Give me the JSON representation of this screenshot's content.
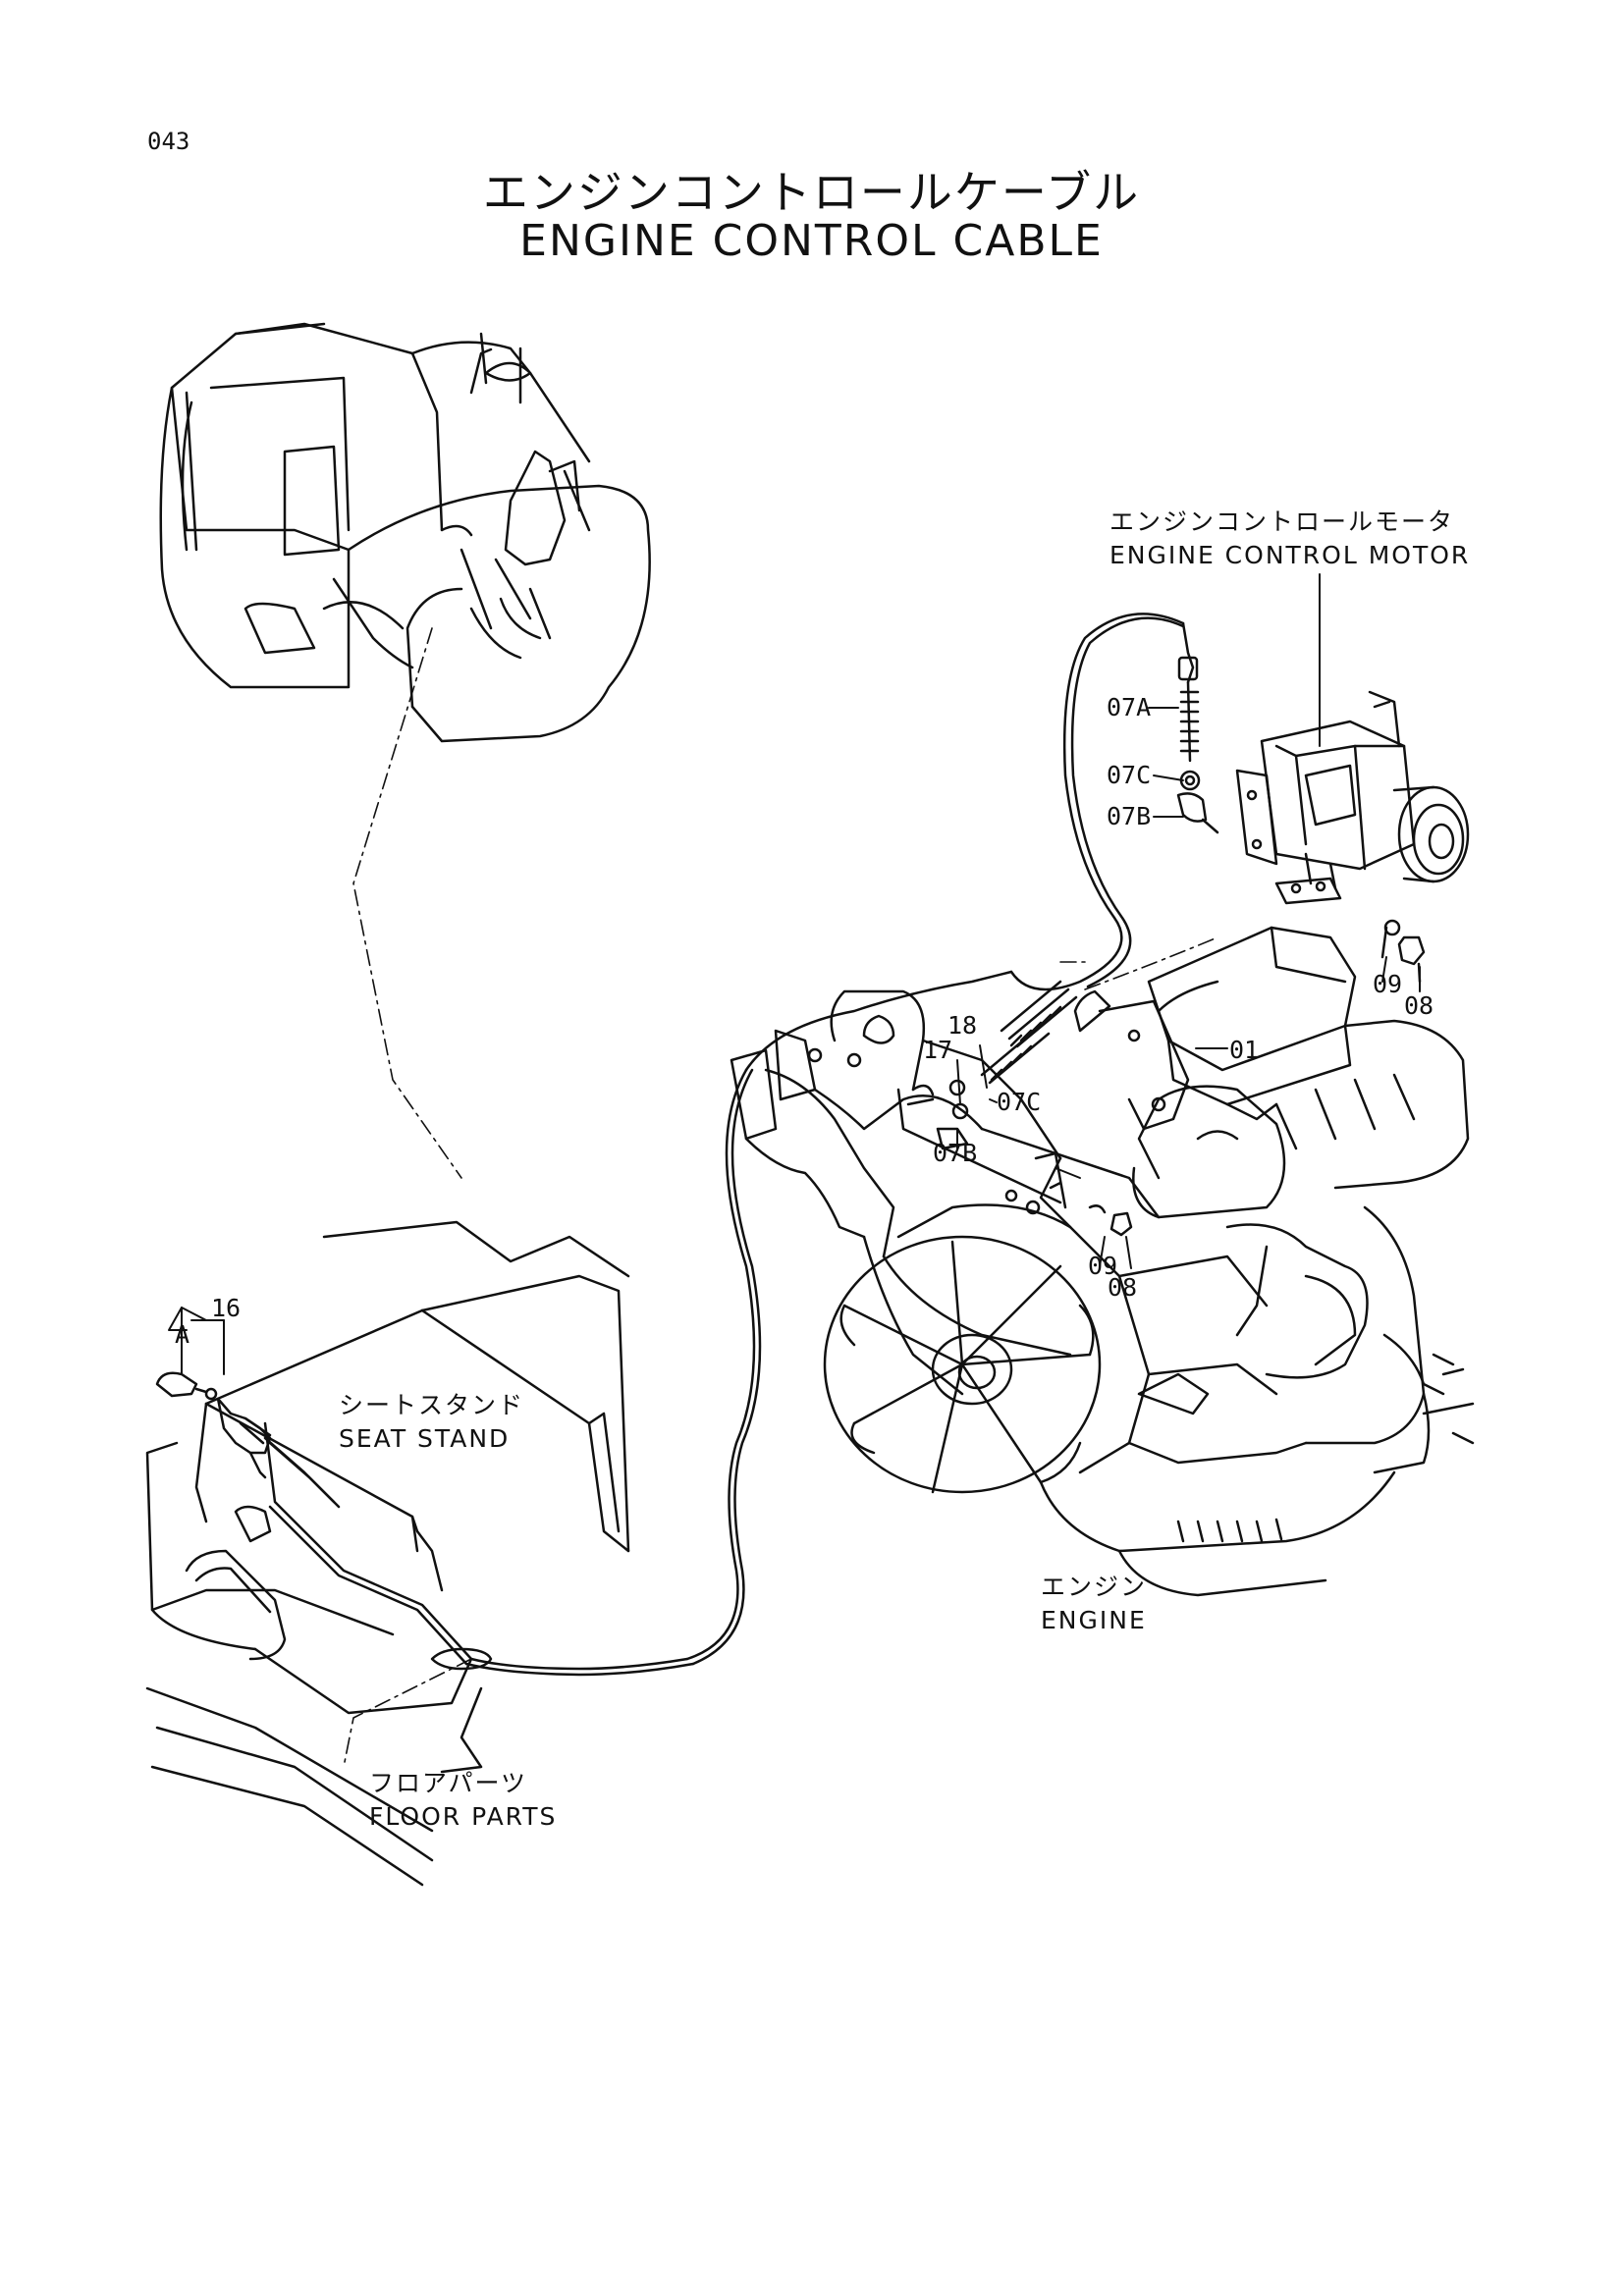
{
  "page_number": "043",
  "title": {
    "jp": "エンジンコントロールケーブル",
    "en": "ENGINE CONTROL CABLE"
  },
  "callouts": {
    "motor": {
      "jp": "エンジンコントロールモータ",
      "en": "ENGINE  CONTROL  MOTOR"
    },
    "seat_stand": {
      "jp": "シートスタンド",
      "en": "SEAT  STAND"
    },
    "engine": {
      "jp": "エンジン",
      "en": "ENGINE"
    },
    "floor_parts": {
      "jp": "フロアパーツ",
      "en": "FLOOR  PARTS"
    }
  },
  "parts": {
    "p07A_top": "07A",
    "p07C_top": "07C",
    "p07B_top": "07B",
    "p09_top": "09",
    "p08_top": "08",
    "p01": "01",
    "p18": "18",
    "p17": "17",
    "p07C_mid": "07C",
    "p07B_mid": "07B",
    "p09_mid": "09",
    "p08_mid": "08",
    "p16": "16",
    "pA": "A"
  }
}
